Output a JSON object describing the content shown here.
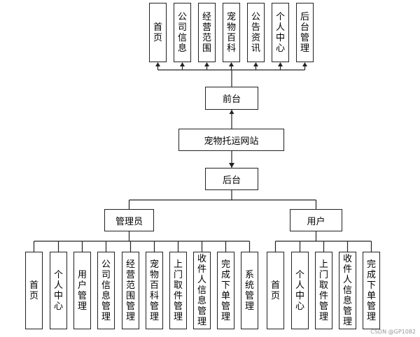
{
  "diagram": {
    "title": "宠物托运网站",
    "front": "前台",
    "back": "后台",
    "front_modules": [
      "首页",
      "公司信息",
      "经营范围",
      "宠物百科",
      "公告资讯",
      "个人中心",
      "后台管理"
    ],
    "roles": [
      {
        "label": "管理员",
        "modules": [
          "首页",
          "个人中心",
          "用户管理",
          "公司信息管理",
          "经营范围管理",
          "宠物百科管理",
          "上门取件管理",
          "收件人信息管理",
          "完成下单管理",
          "系统管理"
        ]
      },
      {
        "label": "用户",
        "modules": [
          "首页",
          "个人中心",
          "上门取件管理",
          "收件人信息管理",
          "完成下单管理"
        ]
      }
    ]
  },
  "watermark": "CSDN @GP1082"
}
